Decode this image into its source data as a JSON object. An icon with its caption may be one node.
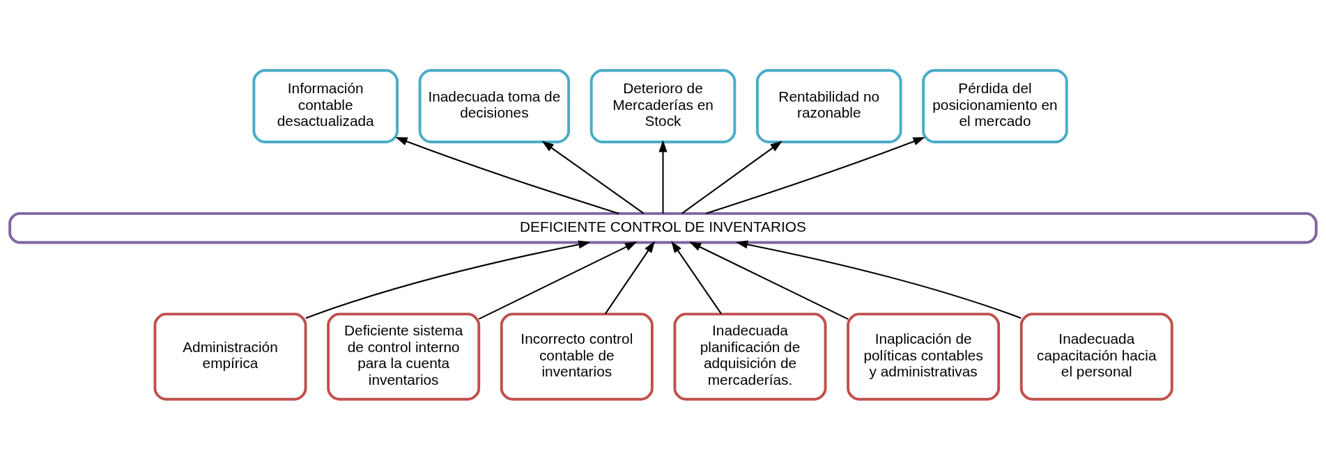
{
  "diagram": {
    "nodes": [
      {
        "text": [
          "Información contable desactualizada"
        ]
      },
      {
        "text": [
          "Inadecuada toma de decisiones"
        ]
      },
      {
        "text": [
          "Deterioro de Mercaderías en Stock"
        ]
      },
      {
        "text": [
          "Rentabilidad no razonable"
        ]
      },
      {
        "text": [
          "Pérdida del posicionamiento en el mercado"
        ]
      },
      {
        "text": [
          "DEFICIENTE CONTROL DE INVENTARIOS"
        ]
      },
      {
        "text": [
          "Administración empírica"
        ]
      },
      {
        "text": [
          "Deficiente sistema de control interno para la cuenta inventarios"
        ]
      },
      {
        "text": [
          "Incorrecto control contable de inventarios"
        ]
      },
      {
        "text": [
          "Inadecuada planificación de adquisición de mercaderías."
        ]
      },
      {
        "text": [
          "Inaplicación de políticas contables y administrativas"
        ]
      },
      {
        "text": [
          "Inadecuada capacitación hacia el personal"
        ]
      }
    ],
    "edges": [
      {
        "from": 5,
        "to": 0,
        "arrow": "to"
      },
      {
        "from": 5,
        "to": 1,
        "arrow": "to"
      },
      {
        "from": 5,
        "to": 2,
        "arrow": "to"
      },
      {
        "from": 5,
        "to": 3,
        "arrow": "to"
      },
      {
        "from": 5,
        "to": 4,
        "arrow": "to"
      },
      {
        "from": 6,
        "to": 5,
        "arrow": "to"
      },
      {
        "from": 7,
        "to": 5,
        "arrow": "to"
      },
      {
        "from": 8,
        "to": 5,
        "arrow": "to"
      },
      {
        "from": 9,
        "to": 5,
        "arrow": "to"
      },
      {
        "from": 10,
        "to": 5,
        "arrow": "to"
      },
      {
        "from": 11,
        "to": 5,
        "arrow": "to"
      }
    ]
  }
}
